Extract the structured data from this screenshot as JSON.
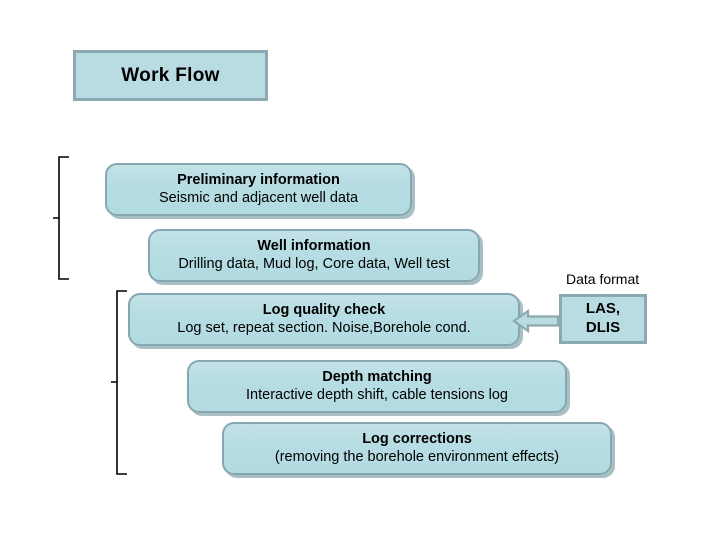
{
  "title": {
    "label": "Work Flow"
  },
  "flow": {
    "steps": [
      {
        "id": "preliminary-information",
        "heading": "Preliminary information",
        "detail": "Seismic and adjacent well data"
      },
      {
        "id": "well-information",
        "heading": "Well information",
        "detail": "Drilling data, Mud log, Core data, Well test"
      },
      {
        "id": "log-quality-check",
        "heading": "Log quality check",
        "detail": "Log set, repeat section. Noise,Borehole cond."
      },
      {
        "id": "depth-matching",
        "heading": "Depth matching",
        "detail": "Interactive depth shift, cable tensions log"
      },
      {
        "id": "log-corrections",
        "heading": "Log corrections",
        "detail": "(removing the borehole environment effects)"
      }
    ]
  },
  "data_format": {
    "label": "Data format",
    "line1": "LAS,",
    "line2": "DLIS"
  },
  "colors": {
    "box_fill": "#b6dde3",
    "box_border": "#86a7af",
    "title_fill": "#b8dce2",
    "title_border": "#8ba9b0",
    "arrow_fill": "#b8dce2",
    "arrow_border": "#8ba9b0",
    "line": "#000000",
    "text": "#000000"
  }
}
